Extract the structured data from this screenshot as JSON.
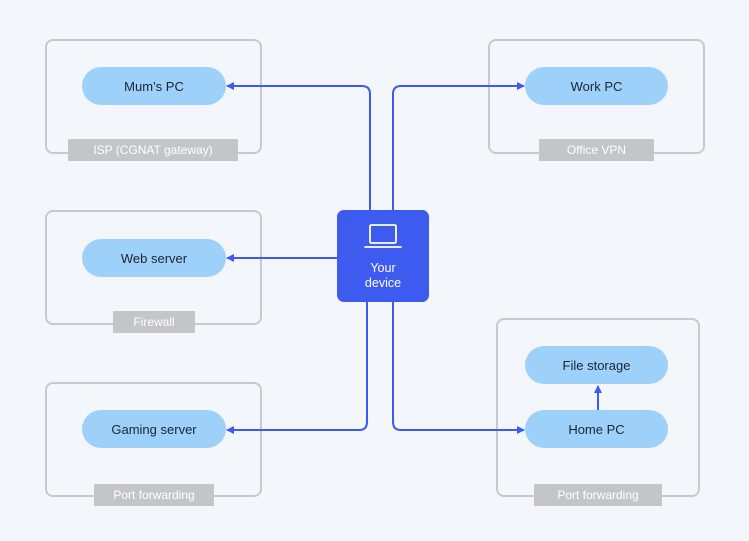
{
  "colors": {
    "background": "#f3f6fb",
    "edge": "#3d5bef",
    "device": "#3d5bef",
    "node": "#9dd1f9",
    "group_border": "#c7c9cd",
    "group_label_bg": "#c4c5c7"
  },
  "device": {
    "label": "Your\ndevice",
    "icon": "laptop-icon"
  },
  "groups": {
    "isp": {
      "label": "ISP (CGNAT gateway)"
    },
    "office": {
      "label": "Office VPN"
    },
    "firewall": {
      "label": "Firewall"
    },
    "gaming": {
      "label": "Port forwarding"
    },
    "home": {
      "label": "Port forwarding"
    }
  },
  "nodes": {
    "mums_pc": "Mum’s PC",
    "work_pc": "Work PC",
    "web_server": "Web server",
    "gaming_server": "Gaming server",
    "file_storage": "File storage",
    "home_pc": "Home PC"
  }
}
